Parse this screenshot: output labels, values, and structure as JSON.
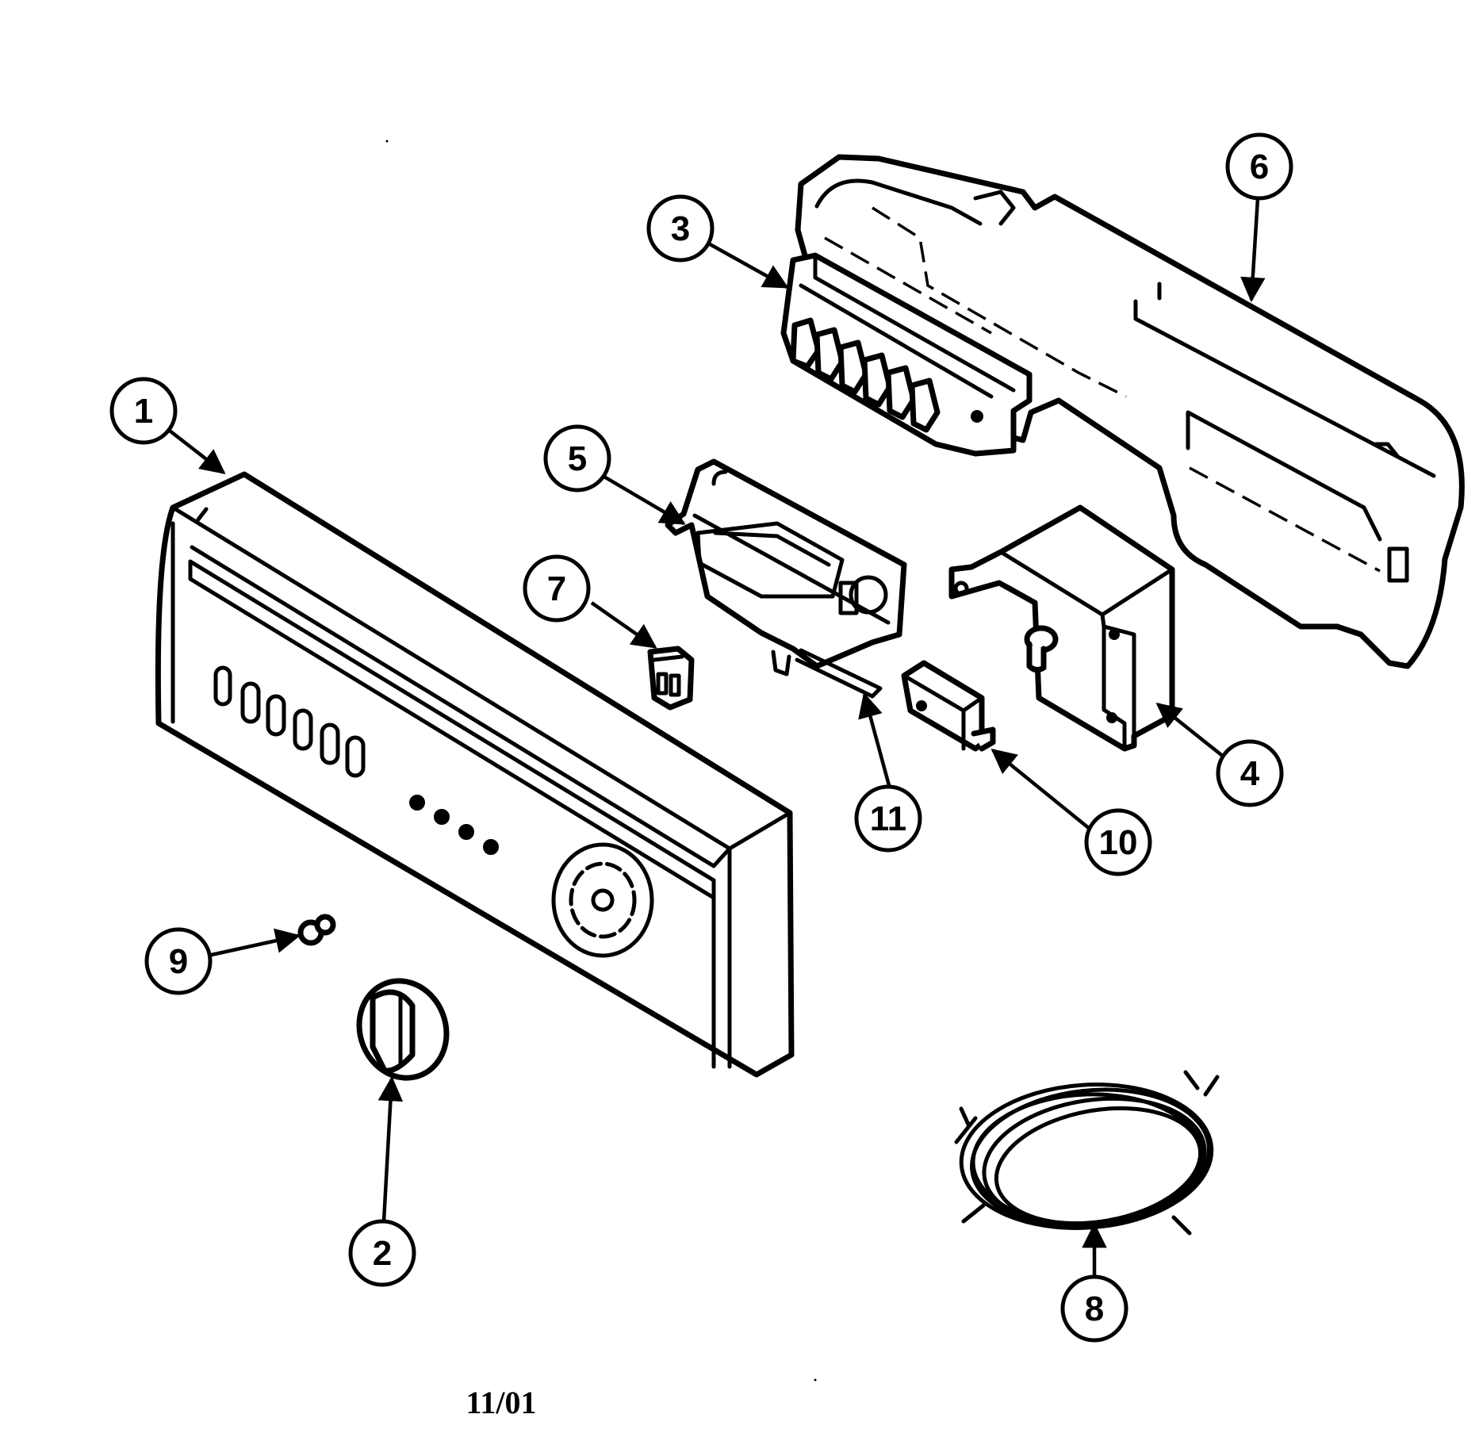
{
  "callouts": [
    "1",
    "2",
    "3",
    "4",
    "5",
    "6",
    "7",
    "8",
    "9",
    "10",
    "11"
  ],
  "footer": {
    "date": "11/01"
  },
  "colors": {
    "ink": "#000000",
    "paper": "#ffffff"
  }
}
